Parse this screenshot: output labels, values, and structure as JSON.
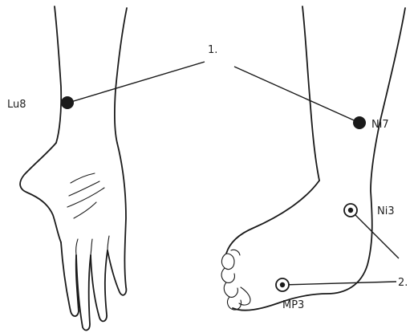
{
  "diagram": {
    "point_labels": {
      "lu8": "Lu8",
      "ni7": "Ni7",
      "ni3": "Ni3",
      "mp3": "MP3"
    },
    "group_labels": {
      "group1": "1.",
      "group2": "2."
    },
    "ink_color": "#1a1a1a",
    "background_color": "#ffffff"
  }
}
